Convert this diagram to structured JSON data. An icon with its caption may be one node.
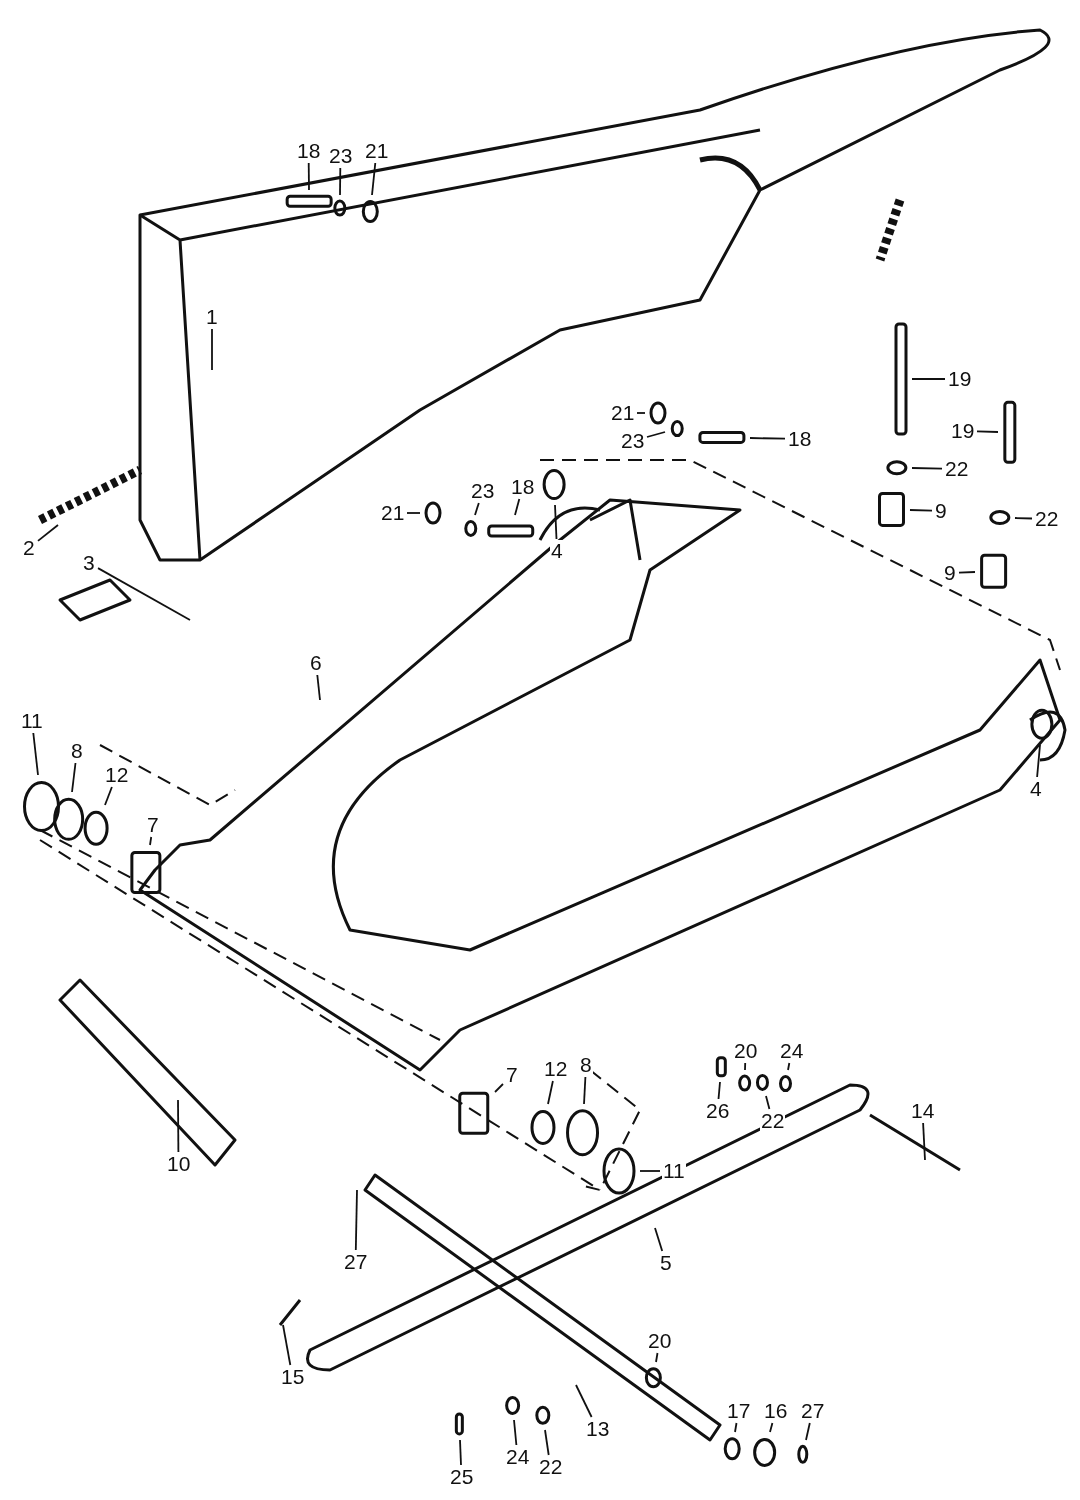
{
  "diagram": {
    "nodes": [
      {
        "text": [
          "18"
        ]
      },
      {
        "text": [
          "23"
        ]
      },
      {
        "text": [
          "21"
        ]
      },
      {
        "text": [
          "1"
        ]
      },
      {
        "text": [
          "19"
        ]
      },
      {
        "text": [
          "21"
        ]
      },
      {
        "text": [
          "23"
        ]
      },
      {
        "text": [
          "18"
        ]
      },
      {
        "text": [
          "19"
        ]
      },
      {
        "text": [
          "22"
        ]
      },
      {
        "text": [
          "21"
        ]
      },
      {
        "text": [
          "23"
        ]
      },
      {
        "text": [
          "18"
        ]
      },
      {
        "text": [
          "9"
        ]
      },
      {
        "text": [
          "22"
        ]
      },
      {
        "text": [
          "2"
        ]
      },
      {
        "text": [
          "3"
        ]
      },
      {
        "text": [
          "4"
        ]
      },
      {
        "text": [
          "9"
        ]
      },
      {
        "text": [
          "6"
        ]
      },
      {
        "text": [
          "11"
        ]
      },
      {
        "text": [
          "8"
        ]
      },
      {
        "text": [
          "12"
        ]
      },
      {
        "text": [
          "7"
        ]
      },
      {
        "text": [
          "4"
        ]
      },
      {
        "text": [
          "20"
        ]
      },
      {
        "text": [
          "24"
        ]
      },
      {
        "text": [
          "7"
        ]
      },
      {
        "text": [
          "12"
        ]
      },
      {
        "text": [
          "8"
        ]
      },
      {
        "text": [
          "26"
        ]
      },
      {
        "text": [
          "22"
        ]
      },
      {
        "text": [
          "14"
        ]
      },
      {
        "text": [
          "11"
        ]
      },
      {
        "text": [
          "10"
        ]
      },
      {
        "text": [
          "5"
        ]
      },
      {
        "text": [
          "27"
        ]
      },
      {
        "text": [
          "15"
        ]
      },
      {
        "text": [
          "20"
        ]
      },
      {
        "text": [
          "17"
        ]
      },
      {
        "text": [
          "16"
        ]
      },
      {
        "text": [
          "27"
        ]
      },
      {
        "text": [
          "13"
        ]
      },
      {
        "text": [
          "24"
        ]
      },
      {
        "text": [
          "22"
        ]
      },
      {
        "text": [
          "25"
        ]
      }
    ],
    "edges": [
      {
        "from": 0,
        "to": null,
        "arrow": "none"
      },
      {
        "from": 1,
        "to": null,
        "arrow": "none"
      },
      {
        "from": 2,
        "to": null,
        "arrow": "none"
      },
      {
        "from": 3,
        "to": null,
        "arrow": "none"
      },
      {
        "from": 4,
        "to": null,
        "arrow": "none"
      },
      {
        "from": 5,
        "to": null,
        "arrow": "none"
      },
      {
        "from": 6,
        "to": null,
        "arrow": "none"
      },
      {
        "from": 7,
        "to": null,
        "arrow": "none"
      },
      {
        "from": 8,
        "to": null,
        "arrow": "none"
      },
      {
        "from": 9,
        "to": null,
        "arrow": "none"
      },
      {
        "from": 10,
        "to": null,
        "arrow": "none"
      },
      {
        "from": 11,
        "to": null,
        "arrow": "none"
      },
      {
        "from": 12,
        "to": null,
        "arrow": "none"
      },
      {
        "from": 13,
        "to": null,
        "arrow": "none"
      },
      {
        "from": 14,
        "to": null,
        "arrow": "none"
      },
      {
        "from": 15,
        "to": null,
        "arrow": "none"
      },
      {
        "from": 16,
        "to": null,
        "arrow": "none"
      },
      {
        "from": 17,
        "to": null,
        "arrow": "none"
      },
      {
        "from": 18,
        "to": null,
        "arrow": "none"
      },
      {
        "from": 19,
        "to": null,
        "arrow": "none"
      },
      {
        "from": 20,
        "to": null,
        "arrow": "none"
      },
      {
        "from": 21,
        "to": null,
        "arrow": "none"
      },
      {
        "from": 22,
        "to": null,
        "arrow": "none"
      },
      {
        "from": 23,
        "to": null,
        "arrow": "none"
      },
      {
        "from": 24,
        "to": null,
        "arrow": "none"
      },
      {
        "from": 25,
        "to": null,
        "arrow": "none"
      },
      {
        "from": 26,
        "to": null,
        "arrow": "none"
      },
      {
        "from": 27,
        "to": null,
        "arrow": "none"
      },
      {
        "from": 28,
        "to": null,
        "arrow": "none"
      },
      {
        "from": 29,
        "to": null,
        "arrow": "none"
      },
      {
        "from": 30,
        "to": null,
        "arrow": "none"
      },
      {
        "from": 31,
        "to": null,
        "arrow": "none"
      },
      {
        "from": 32,
        "to": null,
        "arrow": "none"
      },
      {
        "from": 33,
        "to": null,
        "arrow": "none"
      },
      {
        "from": 34,
        "to": null,
        "arrow": "none"
      },
      {
        "from": 35,
        "to": null,
        "arrow": "none"
      },
      {
        "from": 36,
        "to": null,
        "arrow": "none"
      },
      {
        "from": 37,
        "to": null,
        "arrow": "none"
      },
      {
        "from": 38,
        "to": null,
        "arrow": "none"
      },
      {
        "from": 39,
        "to": null,
        "arrow": "none"
      },
      {
        "from": 40,
        "to": null,
        "arrow": "none"
      },
      {
        "from": 41,
        "to": null,
        "arrow": "none"
      },
      {
        "from": 42,
        "to": null,
        "arrow": "none"
      },
      {
        "from": 43,
        "to": null,
        "arrow": "none"
      },
      {
        "from": 44,
        "to": null,
        "arrow": "none"
      },
      {
        "from": 45,
        "to": null,
        "arrow": "none"
      }
    ]
  }
}
